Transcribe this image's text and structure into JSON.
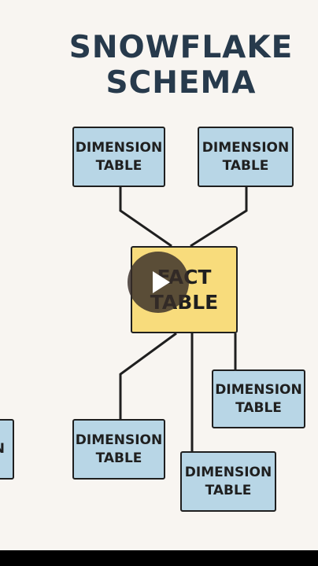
{
  "title": {
    "line1": "SNOWFLAKE",
    "line2": "SCHEMA"
  },
  "fact_table": {
    "line1": "FACT",
    "line2": "TABLE"
  },
  "dimension_tables": [
    {
      "line1": "DIMENSION",
      "line2": "TABLE"
    },
    {
      "line1": "DIMENSION",
      "line2": "TABLE"
    },
    {
      "line1": "DIMENSION",
      "line2": "TABLE"
    },
    {
      "line1": "DIMENSION",
      "line2": "TABLE"
    },
    {
      "line1": "DIMENSION",
      "line2": "TABLE"
    },
    {
      "line1": "N",
      "line2": ""
    }
  ],
  "icons": {
    "play": "play-icon"
  },
  "colors": {
    "background": "#f8f5f1",
    "title": "#273a4c",
    "dimension_fill": "#b8d6e6",
    "fact_fill": "#f8dc7c",
    "outline": "#1f1f1f",
    "play_button": "#372d28"
  }
}
